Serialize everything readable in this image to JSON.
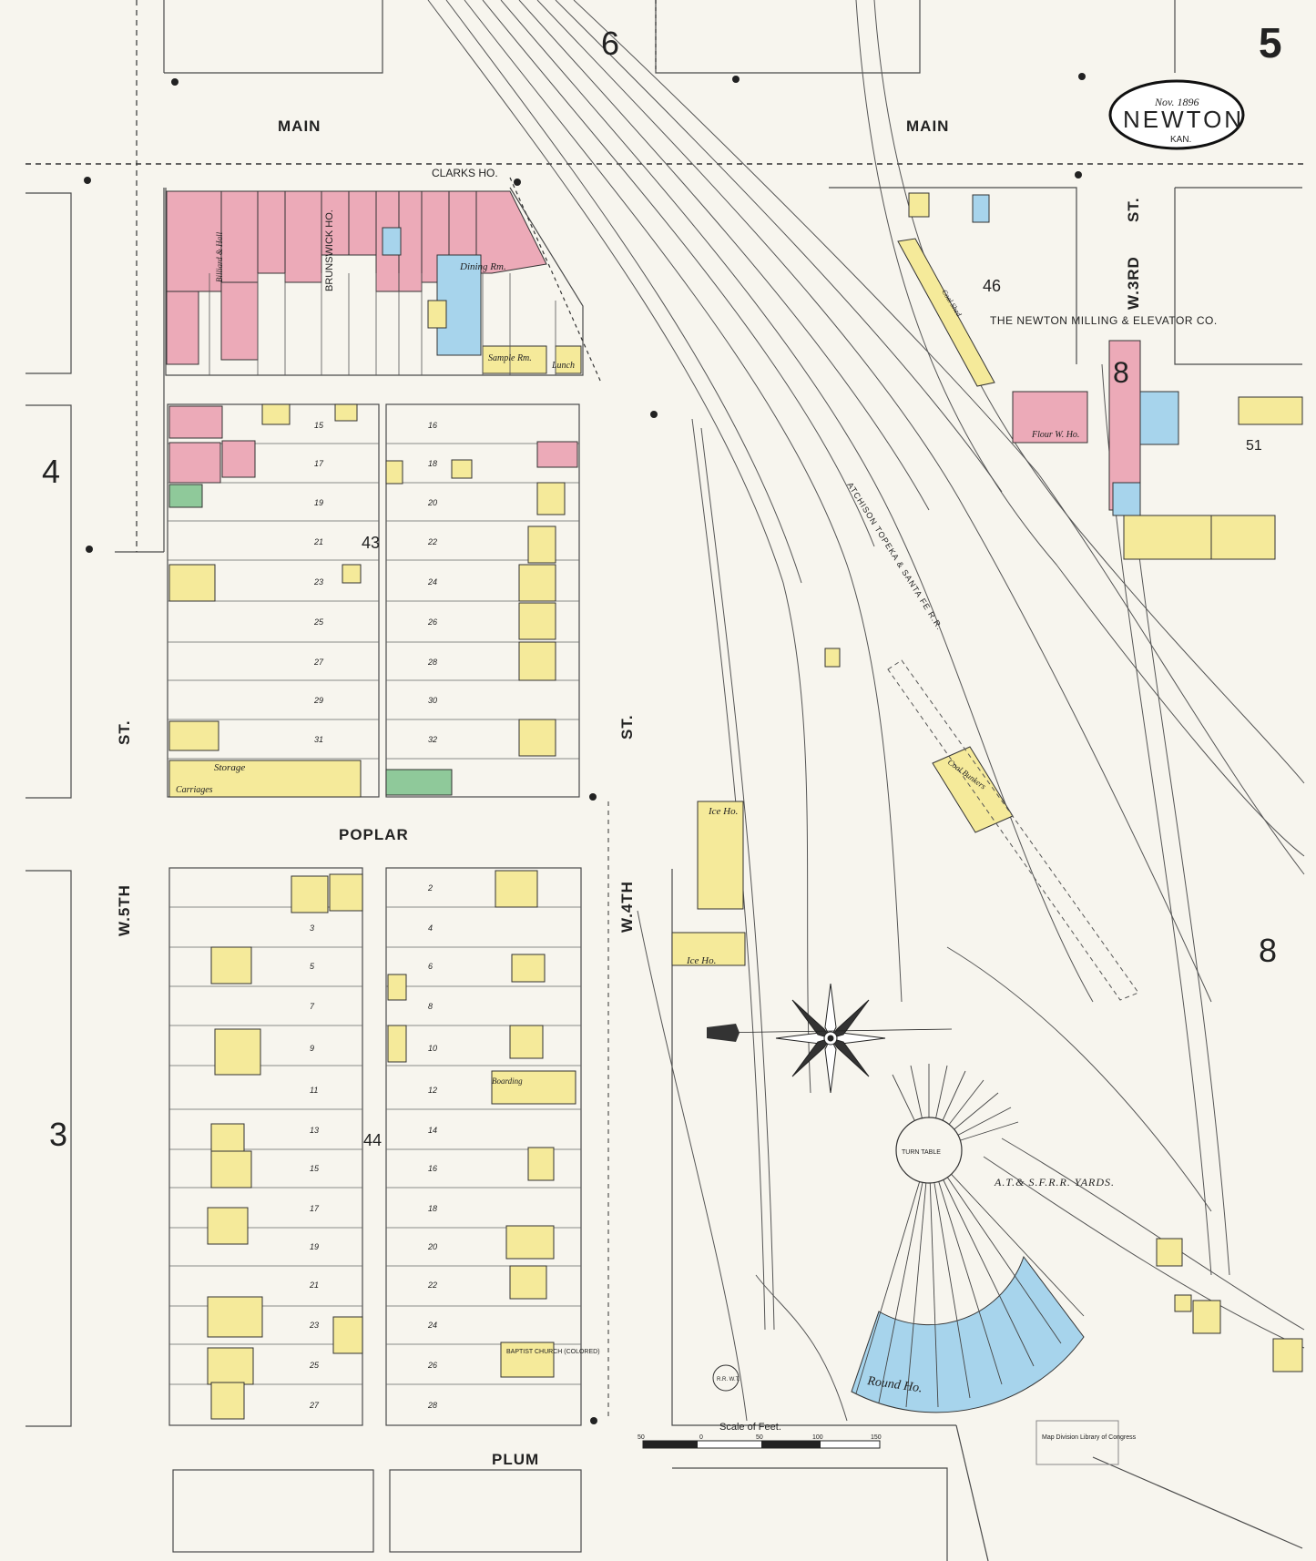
{
  "sheet": {
    "page_number": "5",
    "date": "Nov. 1896",
    "city": "NEWTON",
    "state": "KAN."
  },
  "streets": {
    "main_left": "MAIN",
    "main_right": "MAIN",
    "poplar": "POPLAR",
    "plum": "PLUM",
    "w5th": "W.5TH",
    "w5th_st": "ST.",
    "w4th": "W.4TH",
    "w4th_st": "ST.",
    "w3rd": "W.3RD",
    "w3rd_st": "ST."
  },
  "adjacent_sheets": [
    "6",
    "4",
    "3",
    "8",
    "51"
  ],
  "block_numbers": [
    "43",
    "44",
    "46",
    "8"
  ],
  "labels": {
    "clarks_ho": "CLARKS HO.",
    "brunswick": "BRUNSWICK HO.",
    "dining_rm": "Dining Rm.",
    "sample_rm": "Sample Rm.",
    "lunch": "Lunch",
    "billiards": "Billiard & Hall",
    "storage": "Storage",
    "carriages": "Carriages",
    "ice_ho_1": "Ice Ho.",
    "ice_ho_2": "Ice Ho.",
    "milling": "THE NEWTON MILLING & ELEVATOR CO.",
    "flour_wh": "Flour W. Ho.",
    "coal_shed": "Coal Shed",
    "coal_bunkers": "Coal Bunkers",
    "railroad": "ATCHISON TOPEKA & SANTA FE R.R.",
    "turn_table": "TURN TABLE",
    "yards": "A.T.& S.F.R.R. YARDS.",
    "round_ho": "Round Ho.",
    "boarding": "Boarding",
    "baptist": "BAPTIST CHURCH (COLORED)",
    "rr_wt": "R.R. W.T.",
    "scale": "Scale of Feet.",
    "scale_ticks": [
      "50",
      "0",
      "50",
      "100",
      "150"
    ],
    "stamp": "Map Division Library of Congress"
  },
  "colors": {
    "brick": "#ecaab8",
    "frame": "#f5ea9a",
    "stone": "#a7d4ec",
    "special": "#8fc99a",
    "line": "#3a3a3a",
    "paper": "#f7f5ee"
  }
}
